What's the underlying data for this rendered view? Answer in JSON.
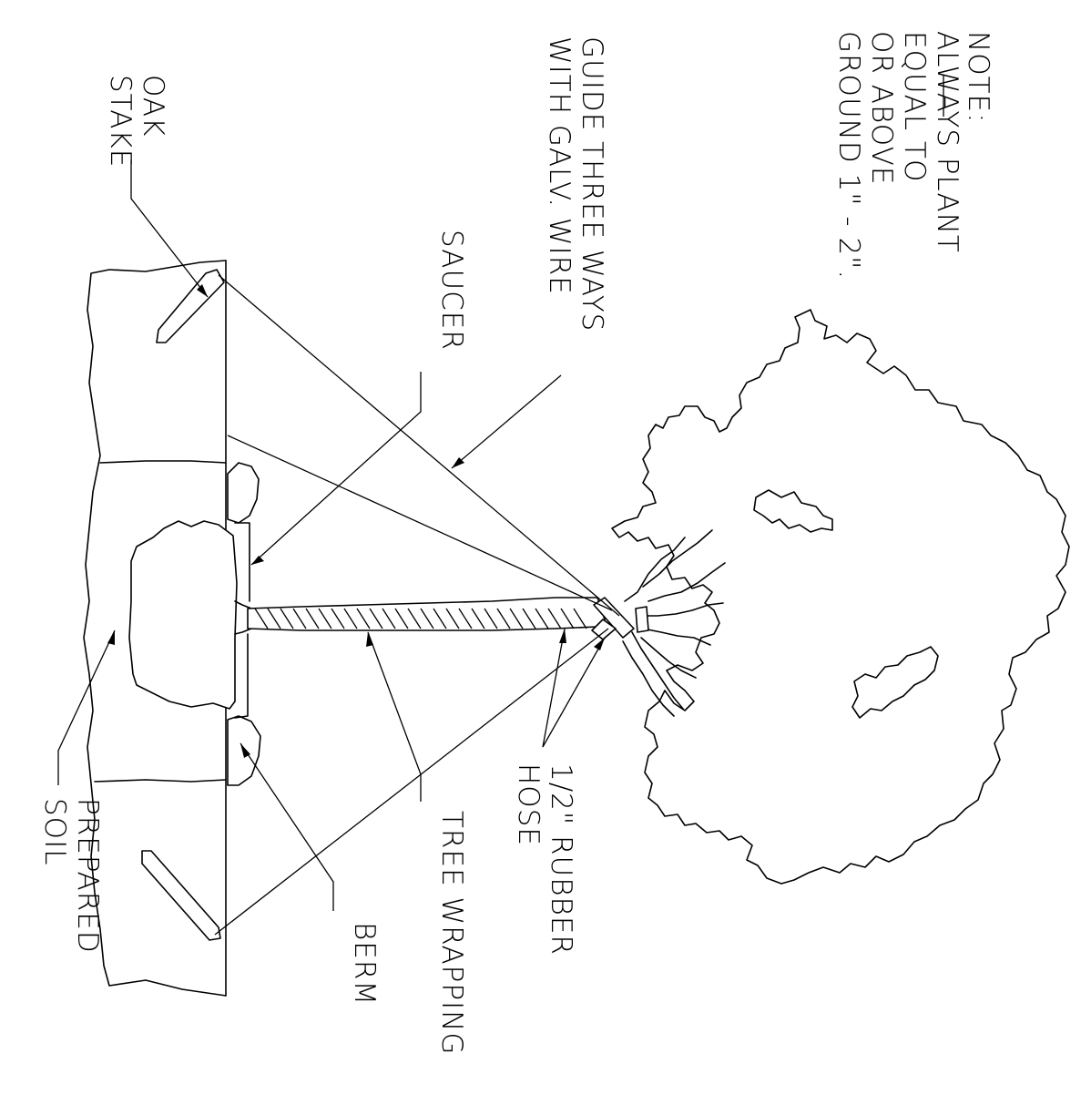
{
  "labels": {
    "note_title": "NOTE:",
    "note_line1": "ALWAYS PLANT",
    "note_line2": "EQUAL TO",
    "note_line3": "OR ABOVE",
    "note_line4": "GROUND 1\" - 2\".",
    "guide_line1": "GUIDE THREE WAYS",
    "guide_line2": "WITH GALV. WIRE",
    "saucer": "SAUCER",
    "oak_line1": "OAK",
    "oak_line2": "STAKE",
    "hose_line1": "1/2\" RUBBER",
    "hose_line2": "HOSE",
    "tree_wrapping": "TREE WRAPPING",
    "berm": "BERM",
    "prepared_line1": "PREPARED",
    "prepared_line2": "SOIL"
  },
  "colors": {
    "ink": "#000000",
    "paper": "#ffffff"
  }
}
